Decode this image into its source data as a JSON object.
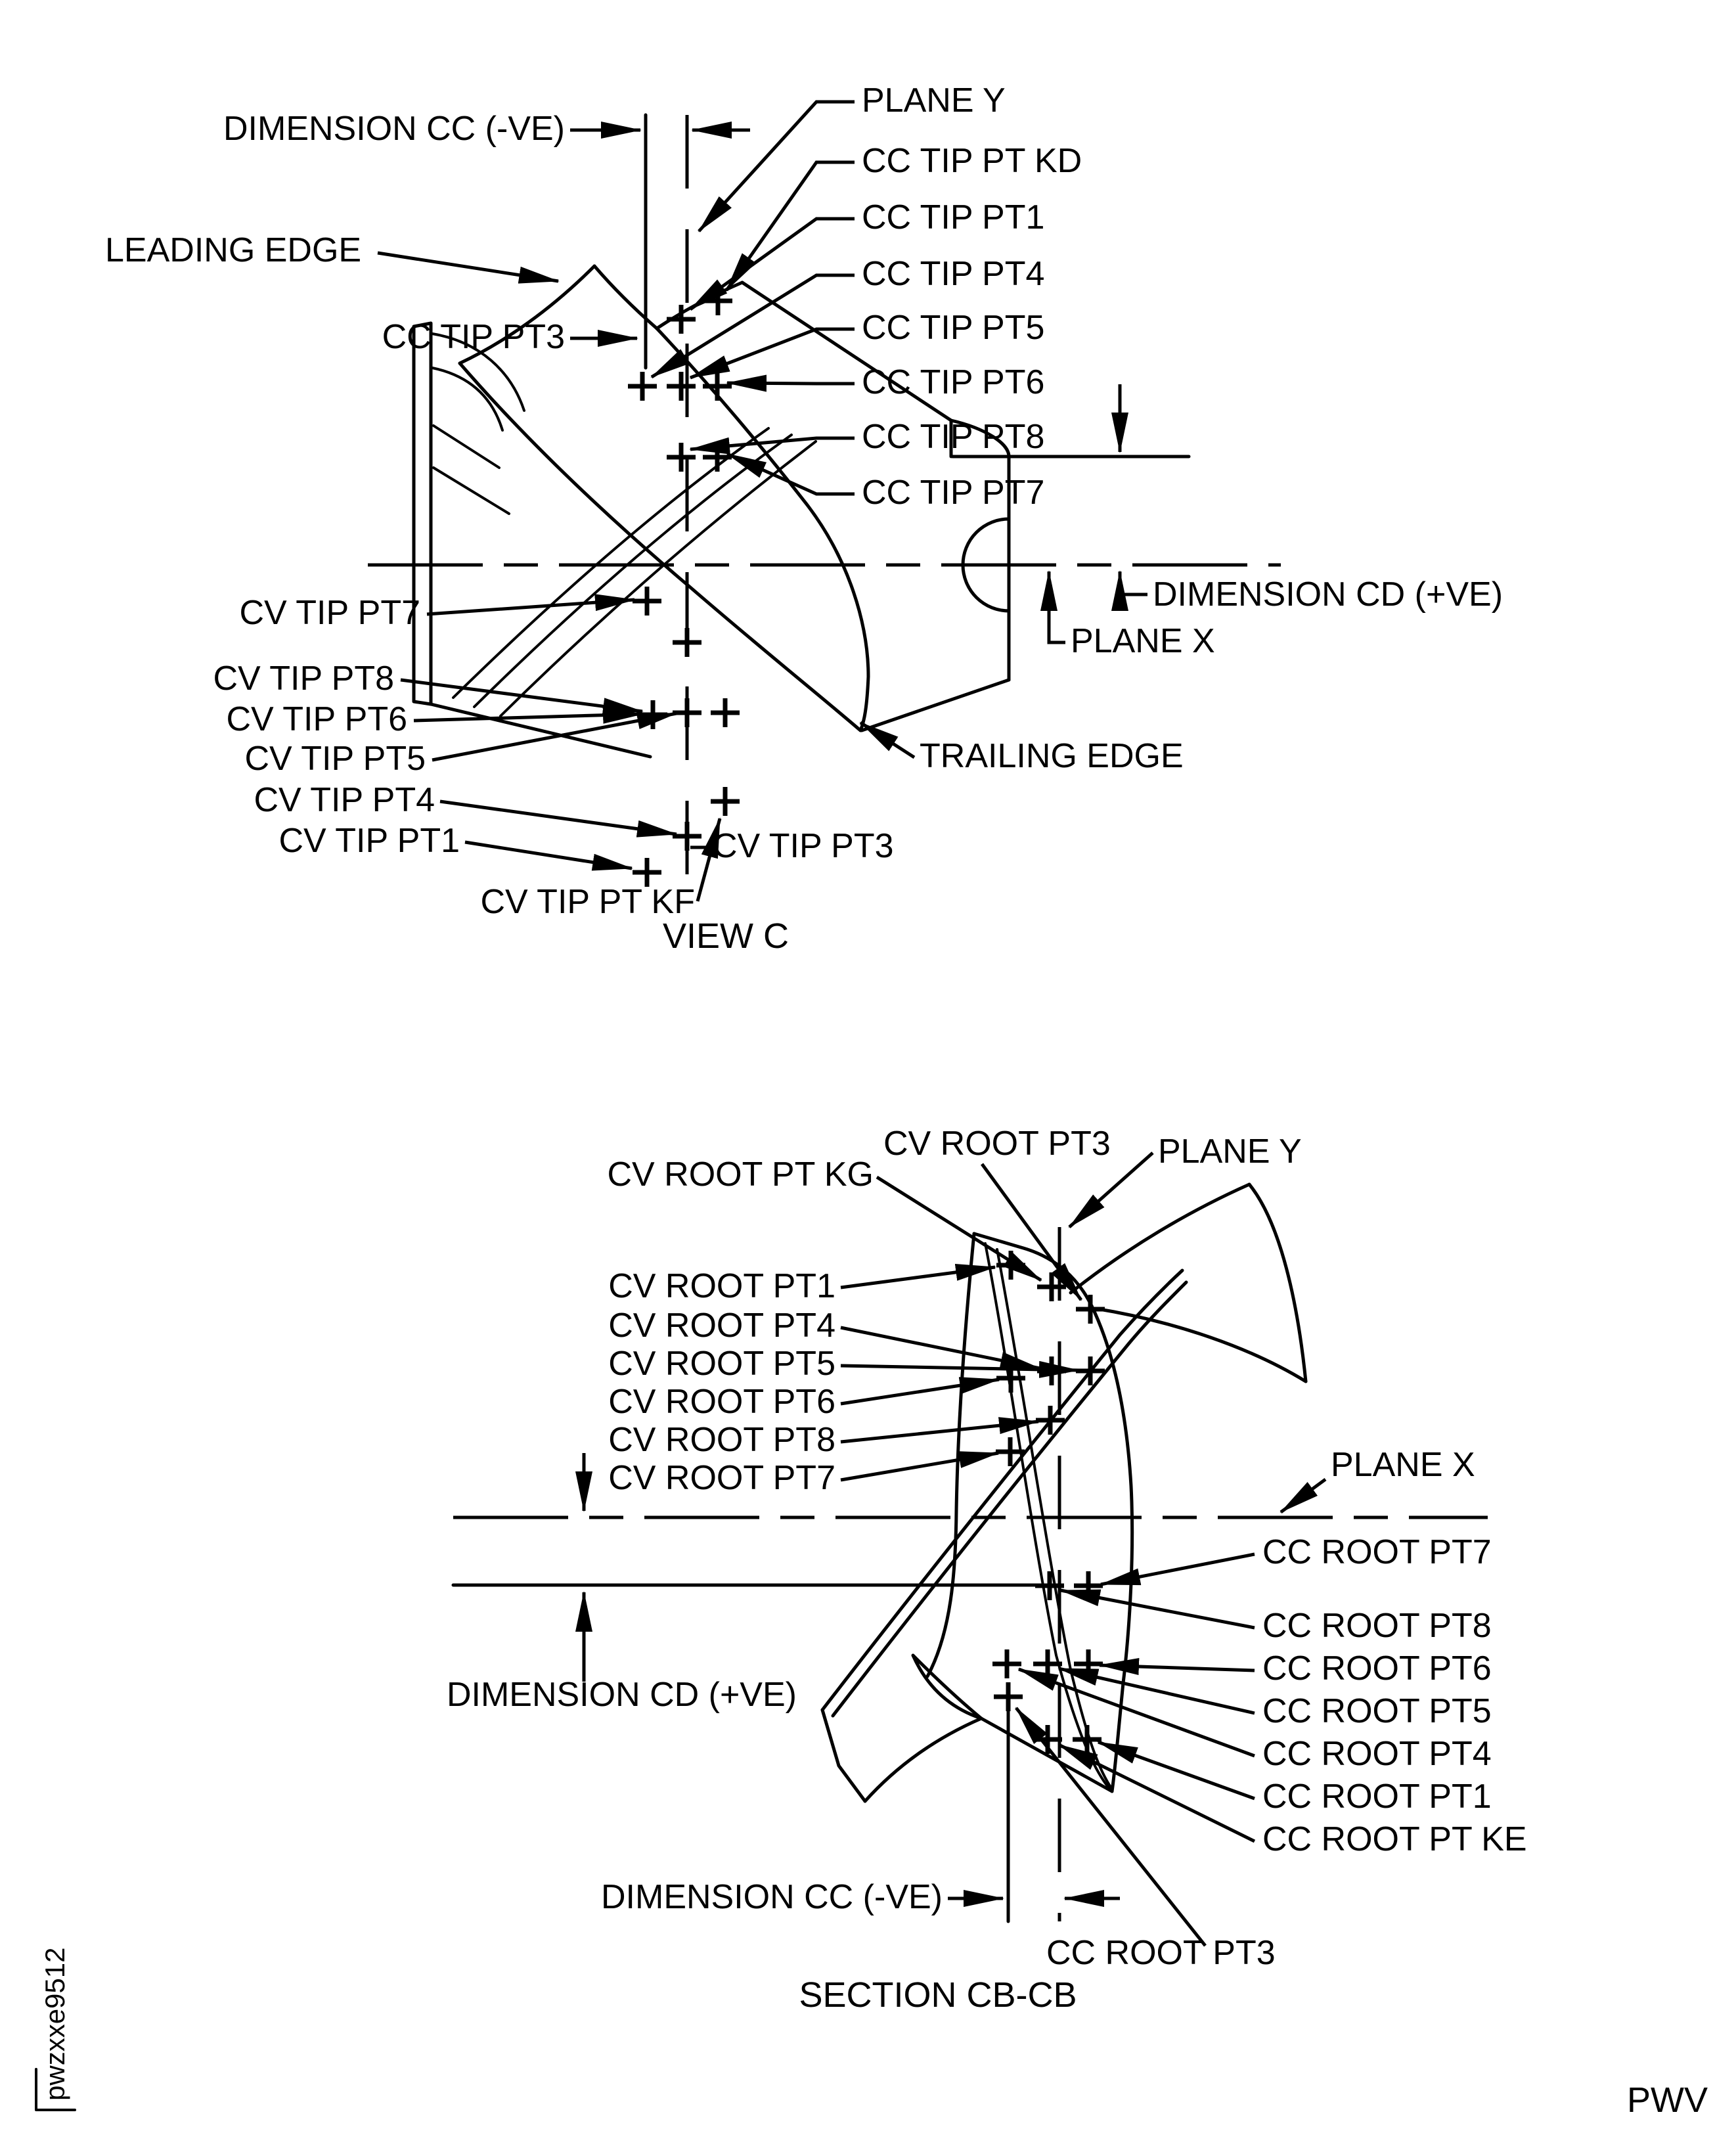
{
  "drawing_code": "pwzxxe9512",
  "sheet_code": "PWV",
  "view_c": {
    "title": "VIEW C",
    "labels": {
      "dimension_cc": "DIMENSION CC (-VE)",
      "cc_tip_pt3": "CC TIP PT3",
      "leading_edge": "LEADING EDGE",
      "plane_y": "PLANE Y",
      "cc_tip_pt_kd": "CC TIP PT KD",
      "cc_tip_pt1": "CC TIP PT1",
      "cc_tip_pt4": "CC TIP PT4",
      "cc_tip_pt5": "CC TIP PT5",
      "cc_tip_pt6": "CC TIP PT6",
      "cc_tip_pt8": "CC TIP PT8",
      "cc_tip_pt7": "CC TIP PT7",
      "dimension_cd": "DIMENSION CD (+VE)",
      "plane_x": "PLANE X",
      "trailing_edge": "TRAILING EDGE",
      "cv_tip_pt7": "CV TIP PT7",
      "cv_tip_pt8": "CV TIP PT8",
      "cv_tip_pt6": "CV TIP PT6",
      "cv_tip_pt5": "CV TIP PT5",
      "cv_tip_pt4": "CV TIP PT4",
      "cv_tip_pt1": "CV TIP PT1",
      "cv_tip_pt3": "CV TIP PT3",
      "cv_tip_pt_kf": "CV TIP PT KF"
    }
  },
  "section_cb_cb": {
    "title": "SECTION CB-CB",
    "labels": {
      "cv_root_pt_kg": "CV ROOT PT KG",
      "cv_root_pt3": "CV ROOT PT3",
      "plane_y": "PLANE Y",
      "cv_root_pt1": "CV ROOT PT1",
      "cv_root_pt4": "CV ROOT PT4",
      "cv_root_pt5": "CV ROOT PT5",
      "cv_root_pt6": "CV ROOT PT6",
      "cv_root_pt8": "CV ROOT PT8",
      "cv_root_pt7": "CV ROOT PT7",
      "plane_x": "PLANE X",
      "cc_root_pt7": "CC ROOT PT7",
      "cc_root_pt8": "CC ROOT PT8",
      "cc_root_pt6": "CC ROOT PT6",
      "cc_root_pt5": "CC ROOT PT5",
      "cc_root_pt4": "CC ROOT PT4",
      "cc_root_pt1": "CC ROOT PT1",
      "cc_root_pt_ke": "CC ROOT PT KE",
      "dimension_cd": "DIMENSION CD (+VE)",
      "dimension_cc": "DIMENSION CC (-VE)",
      "cc_root_pt3": "CC ROOT PT3"
    }
  }
}
